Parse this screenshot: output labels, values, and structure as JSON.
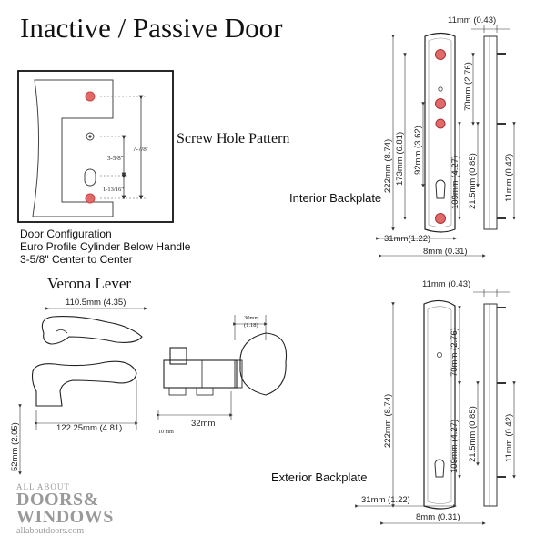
{
  "title": "Inactive / Passive Door",
  "screw_hole_pattern": {
    "label": "Screw Hole Pattern",
    "dim_total": "7-7/8\"",
    "dim_center": "3-5/8\"",
    "dim_bottom": "1-13/16\""
  },
  "door_configuration": {
    "line1": "Door Configuration",
    "line2": "Euro Profile Cylinder Below Handle",
    "line3": "3-5/8\" Center to Center"
  },
  "verona_lever": {
    "label": "Verona Lever",
    "top_width": "110.5mm (4.35)",
    "side_length": "122.25mm (4.81)",
    "side_height": "52mm (2.05)"
  },
  "cylinder": {
    "dim_top": "30mm",
    "dim_top_in": "(1.18)",
    "dim_mid": "32mm",
    "dim_small": "10 mm"
  },
  "interior_backplate": {
    "label": "Interior Backplate",
    "width": "11mm (0.43)",
    "height_total": "222mm (8.74)",
    "height_173": "173mm (6.81)",
    "height_92": "92mm (3.62)",
    "height_70": "70mm (2.76)",
    "height_109": "109mm (4.27)",
    "height_21": "21.5mm (0.85)",
    "height_11": "11mm (0.42)",
    "depth_31": "31mm(1.22)",
    "depth_8": "8mm (0.31)"
  },
  "exterior_backplate": {
    "label": "Exterior Backplate",
    "width": "11mm (0.43)",
    "height_total": "222mm (8.74)",
    "height_70": "70mm (2.76)",
    "height_109": "109mm (4.27)",
    "height_21": "21.5mm (0.85)",
    "height_11": "11mm (0.42)",
    "depth_31": "31mm (1.22)",
    "depth_8": "8mm (0.31)"
  },
  "logo": {
    "line1": "ALL ABOUT",
    "line2": "DOORS&",
    "line3": "WINDOWS",
    "url": "allaboutdoors.com"
  },
  "colors": {
    "screw_hole": "#e06a6a",
    "line": "#333333",
    "logo": "#9a9a9a"
  }
}
